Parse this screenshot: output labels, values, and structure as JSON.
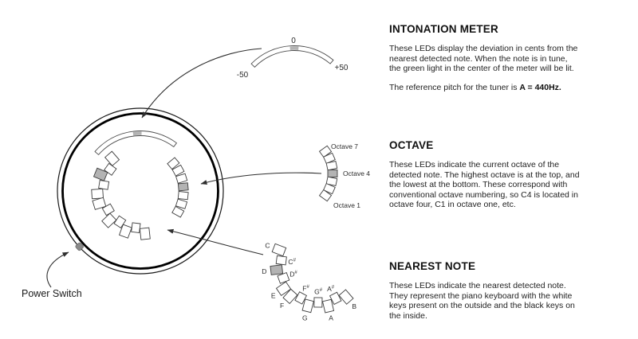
{
  "sections": {
    "intonation": {
      "title": "INTONATION METER",
      "body": [
        "These LEDs display the deviation in cents from the",
        "nearest detected note. When the note is in tune,",
        "the green light in the center of the meter will be lit."
      ],
      "reference_prefix": "The reference pitch for the tuner is ",
      "reference_bold": "A = 440Hz."
    },
    "octave": {
      "title": "OCTAVE",
      "body": [
        "These LEDs indicate the current octave of the",
        "detected note. The highest octave is at the top, and",
        "the lowest at the bottom. These correspond with",
        "conventional octave numbering, so C4 is located in",
        "octave four, C1 in octave one, etc."
      ]
    },
    "nearest_note": {
      "title": "NEAREST NOTE",
      "body": [
        "These LEDs indicate the nearest detected note.",
        "They represent the piano keyboard with the white",
        "keys present on the outside and the black keys on",
        "the inside."
      ]
    }
  },
  "meter_panel": {
    "labels": {
      "zero": "0",
      "minus": "-50",
      "plus": "+50"
    }
  },
  "octave_panel": {
    "led_count": 7,
    "lit_index_from_top": 3,
    "labels": [
      "Octave 7",
      "Octave 4",
      "Octave 1"
    ]
  },
  "notes": [
    {
      "label": "C",
      "type": "white"
    },
    {
      "label": "C#",
      "type": "black"
    },
    {
      "label": "D",
      "type": "white",
      "lit": true
    },
    {
      "label": "D#",
      "type": "black"
    },
    {
      "label": "E",
      "type": "white"
    },
    {
      "label": "F",
      "type": "white"
    },
    {
      "label": "F#",
      "type": "black"
    },
    {
      "label": "G",
      "type": "white"
    },
    {
      "label": "G#",
      "type": "black"
    },
    {
      "label": "A",
      "type": "white"
    },
    {
      "label": "A#",
      "type": "black"
    },
    {
      "label": "B",
      "type": "white"
    }
  ],
  "power_switch_label": "Power Switch",
  "colors": {
    "led_lit": "#b3b3b3",
    "led_stroke": "#3d3d3d",
    "arc_stroke": "#4d4d4d",
    "leader": "#2e2e2e",
    "rim": "#000000",
    "power_switch": "#8a8a8a"
  }
}
